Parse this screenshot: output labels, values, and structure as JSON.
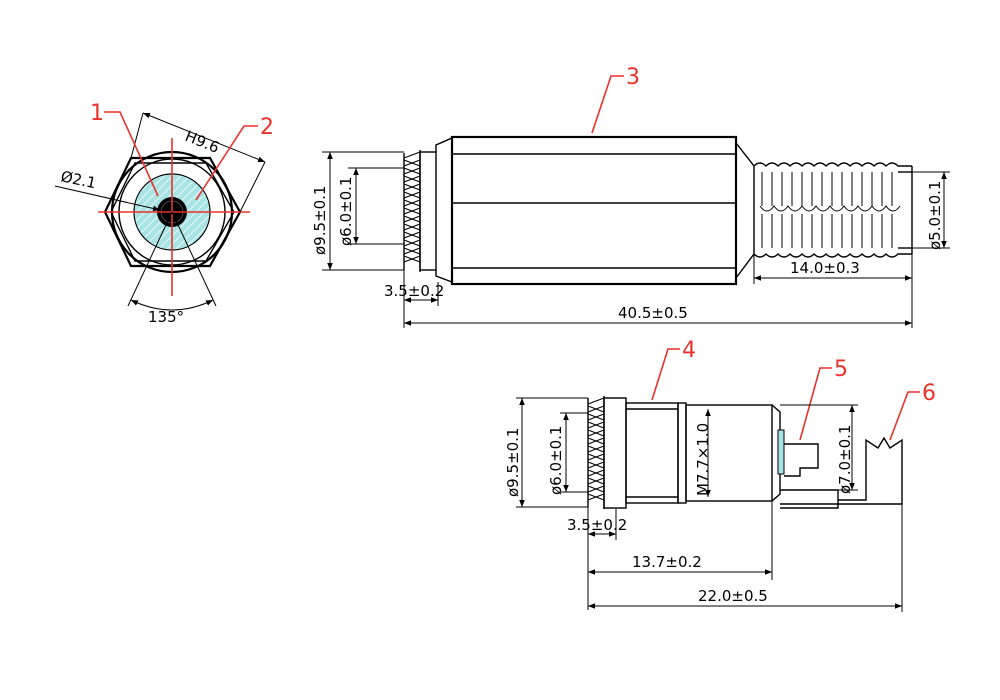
{
  "callouts": [
    "1",
    "2",
    "3",
    "4",
    "5",
    "6"
  ],
  "front_view": {
    "hex_width": "H9.6",
    "pin_diameter": "Ø2.1",
    "angle": "135°"
  },
  "side_view": {
    "outer_diameter": "ø9.5±0.1",
    "inner_diameter": "ø6.0±0.1",
    "cable_diameter": "ø5.0±0.1",
    "knurl_length": "3.5±0.2",
    "boot_length": "14.0±0.3",
    "total_length": "40.5±0.5"
  },
  "bottom_view": {
    "outer_diameter": "ø9.5±0.1",
    "inner_diameter": "ø6.0±0.1",
    "thread": "M7.7×1.0",
    "body_diameter": "ø7.0±0.1",
    "knurl_length": "3.5±0.2",
    "thread_length": "13.7±0.2",
    "total_length": "22.0±0.5"
  },
  "colors": {
    "callout": "#e8322a",
    "insulator": "#a8e4e4"
  }
}
